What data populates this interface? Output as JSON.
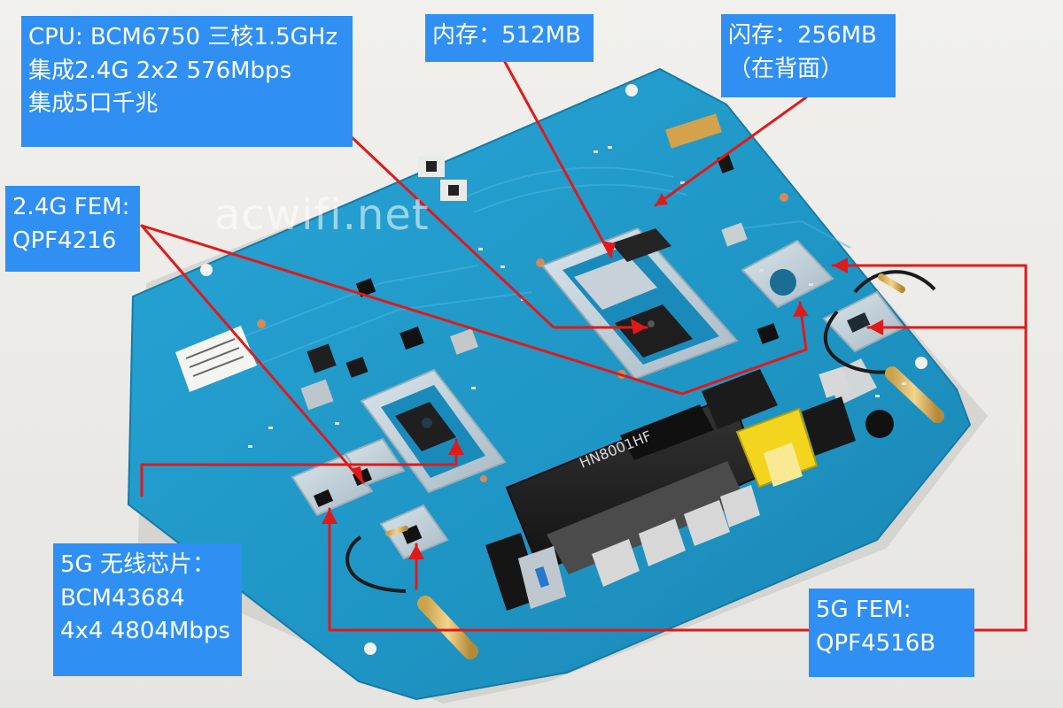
{
  "labels": {
    "cpu": {
      "lines": [
        "CPU: BCM6750 三核1.5GHz",
        "集成2.4G  2x2 576Mbps",
        "集成5口千兆"
      ]
    },
    "ram": {
      "lines": [
        "内存：512MB"
      ]
    },
    "flash": {
      "lines": [
        "闪存：256MB",
        "（在背面）"
      ]
    },
    "fem24": {
      "lines": [
        "2.4G FEM:",
        "QPF4216"
      ]
    },
    "wifi5g": {
      "lines": [
        "5G 无线芯片：",
        "BCM43684",
        "4x4 4804Mbps"
      ]
    },
    "fem5g": {
      "lines": [
        "5G FEM:",
        "QPF4516B"
      ]
    }
  },
  "watermark": "acwifi.net",
  "chip_marking": "HN8001HF",
  "colors": {
    "pcb": "#1f97c8",
    "pcb_dark": "#167da8",
    "label_bg": "#2f8ff3",
    "arrow": "#e11919",
    "port_yellow": "#f3d51d"
  }
}
